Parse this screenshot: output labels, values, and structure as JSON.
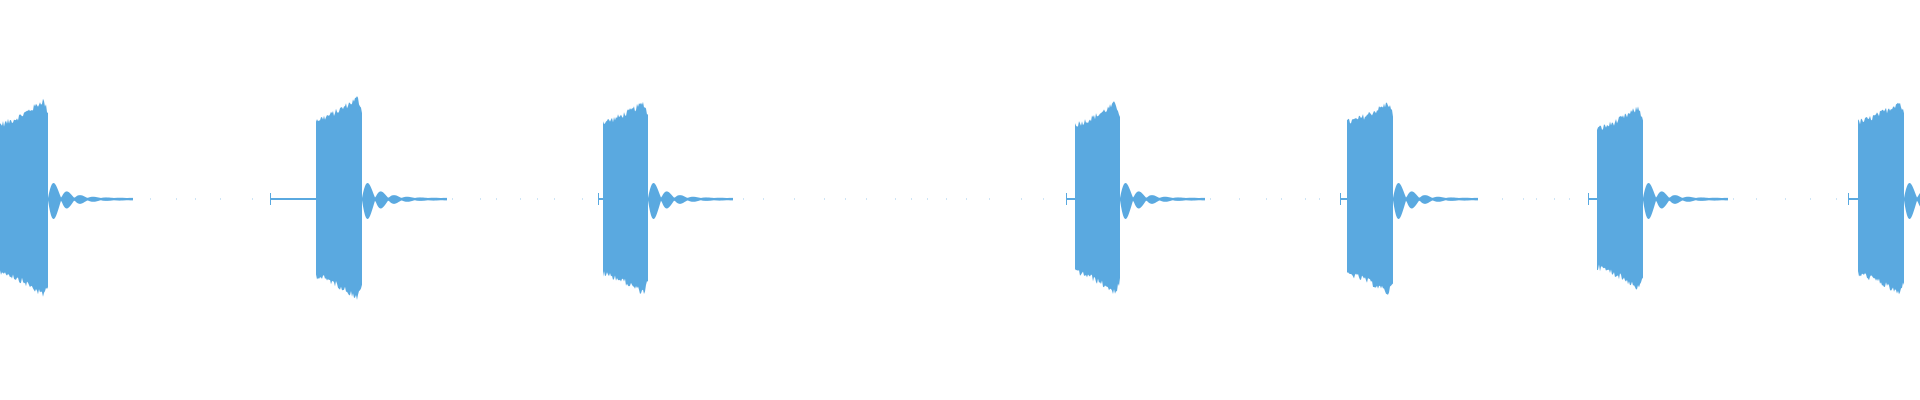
{
  "waveform": {
    "color": "#5aa9e0",
    "background": "#ffffff",
    "burst_count": 7,
    "bursts": [
      {
        "peak": 0.93,
        "tail": 0.68
      },
      {
        "peak": 0.95,
        "tail": 0.72
      },
      {
        "peak": 0.9,
        "tail": 0.7
      },
      {
        "peak": 0.9,
        "tail": 0.68
      },
      {
        "peak": 0.9,
        "tail": 0.7
      },
      {
        "peak": 0.86,
        "tail": 0.64
      },
      {
        "peak": 0.91,
        "tail": 0.7
      }
    ]
  }
}
